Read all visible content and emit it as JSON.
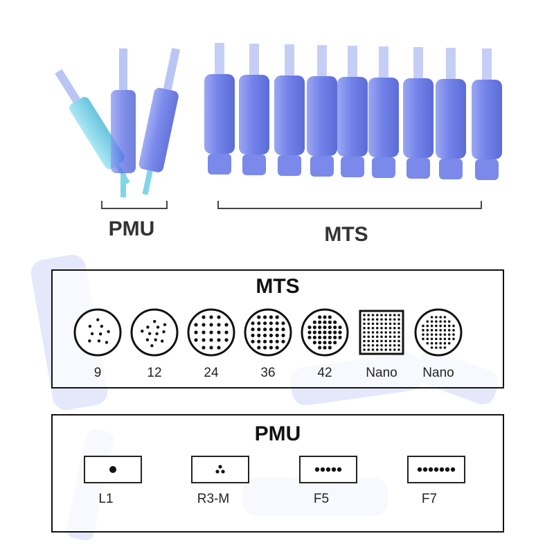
{
  "groups": {
    "pmu_label": "PMU",
    "mts_label": "MTS"
  },
  "mts_box": {
    "title": "MTS",
    "patterns": [
      {
        "label": "9",
        "shape": "circle",
        "dots": 9
      },
      {
        "label": "12",
        "shape": "circle",
        "dots": 12
      },
      {
        "label": "24",
        "shape": "circle",
        "dots": 24
      },
      {
        "label": "36",
        "shape": "circle",
        "dots": 36
      },
      {
        "label": "42",
        "shape": "circle",
        "dots": 42
      },
      {
        "label": "Nano",
        "shape": "square",
        "dots": 81
      },
      {
        "label": "Nano",
        "shape": "circle",
        "dots": 64
      }
    ]
  },
  "pmu_box": {
    "title": "PMU",
    "patterns": [
      {
        "label": "L1",
        "dots": 1
      },
      {
        "label": "R3-M",
        "dots": 3
      },
      {
        "label": "F5",
        "dots": 5
      },
      {
        "label": "F7",
        "dots": 7
      }
    ]
  },
  "colors": {
    "cartridge_blue": "#5b6ee6",
    "pmu_tip": "#7fd6e8",
    "line": "#111111"
  }
}
